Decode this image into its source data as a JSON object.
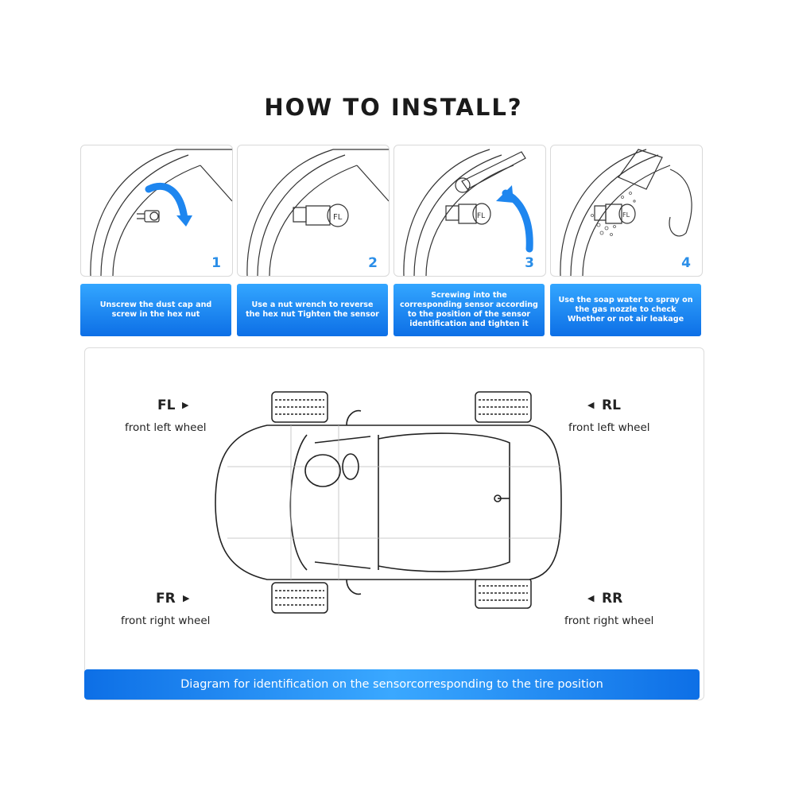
{
  "title": "HOW TO INSTALL?",
  "steps": [
    {
      "number": "1",
      "caption": "Unscrew the dust cap and screw in the hex nut"
    },
    {
      "number": "2",
      "caption": "Use a nut wrench to reverse the hex nut Tighten the sensor"
    },
    {
      "number": "3",
      "caption": "Screwing into the corresponding sensor according to the position of the sensor identification and tighten it"
    },
    {
      "number": "4",
      "caption": "Use the soap water to spray on the gas nozzle to check Whether or not air leakage"
    }
  ],
  "sensor_label": "FL",
  "wheels": {
    "fl": {
      "code": "FL",
      "desc": "front left wheel"
    },
    "rl": {
      "code": "RL",
      "desc": "front left wheel"
    },
    "fr": {
      "code": "FR",
      "desc": "front right wheel"
    },
    "rr": {
      "code": "RR",
      "desc": "front right wheel"
    }
  },
  "footer": "Diagram for identification on the sensorcorresponding to the tire position",
  "colors": {
    "accent": "#1a7ff0",
    "accent_light": "#3aa8ff"
  }
}
